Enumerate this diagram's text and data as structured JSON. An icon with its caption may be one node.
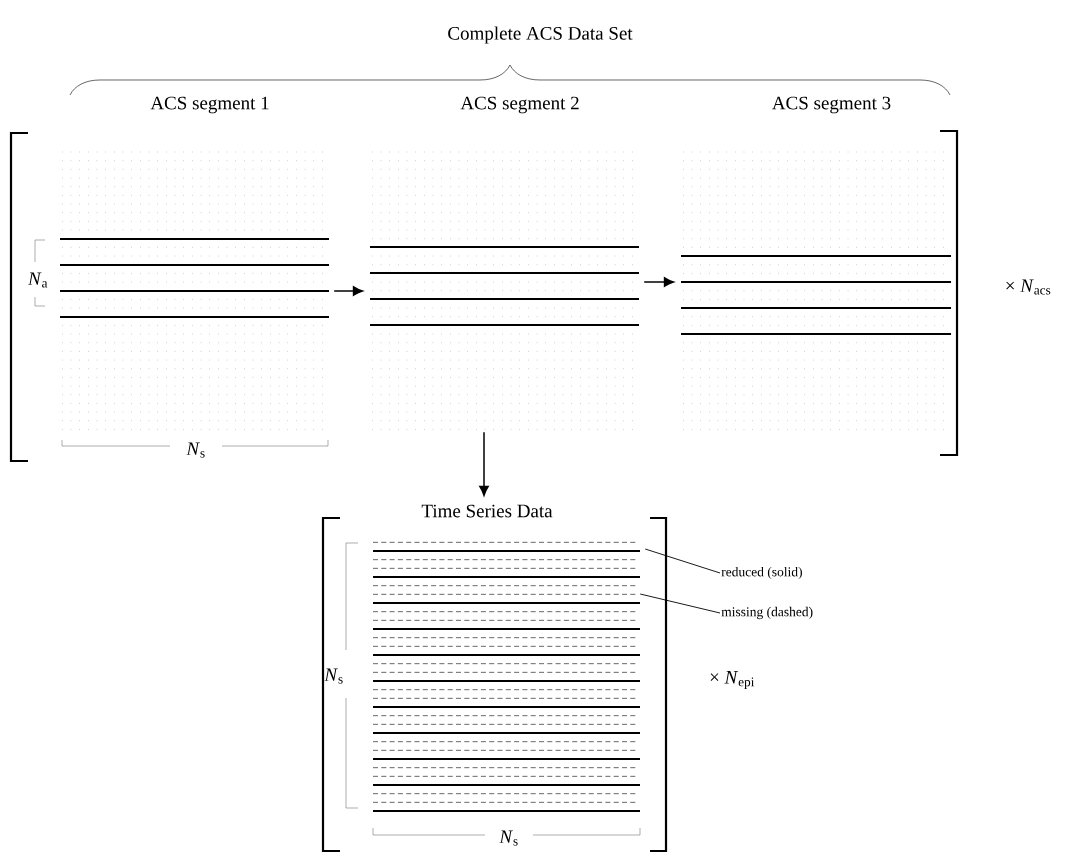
{
  "diagram": {
    "nodes": [
      {
        "text": [
          "ACS segment 1"
        ]
      },
      {
        "text": [
          "ACS segment 2"
        ]
      },
      {
        "text": [
          "ACS segment 3"
        ]
      },
      {
        "text": [
          "Time Series Data"
        ]
      },
      {
        "text": [
          "reduced (solid)"
        ]
      },
      {
        "text": [
          "missing (dashed)"
        ]
      }
    ],
    "edges": [
      {
        "from": 0,
        "to": 1,
        "arrow": "to"
      },
      {
        "from": 1,
        "to": 2,
        "arrow": "to"
      },
      {
        "from": 1,
        "to": 3,
        "arrow": "to"
      },
      {
        "from": 4,
        "to": 3,
        "arrow": "none"
      },
      {
        "from": 5,
        "to": 3,
        "arrow": "none"
      }
    ],
    "labels": [
      "Complete ACS Data Set",
      "*N*$_{a}$",
      "*N*$_{s}$",
      "× *N*$_{acs}$",
      "*N*$_{s}$",
      "*N*$_{s}$",
      "× *N*$_{epi}$"
    ]
  }
}
